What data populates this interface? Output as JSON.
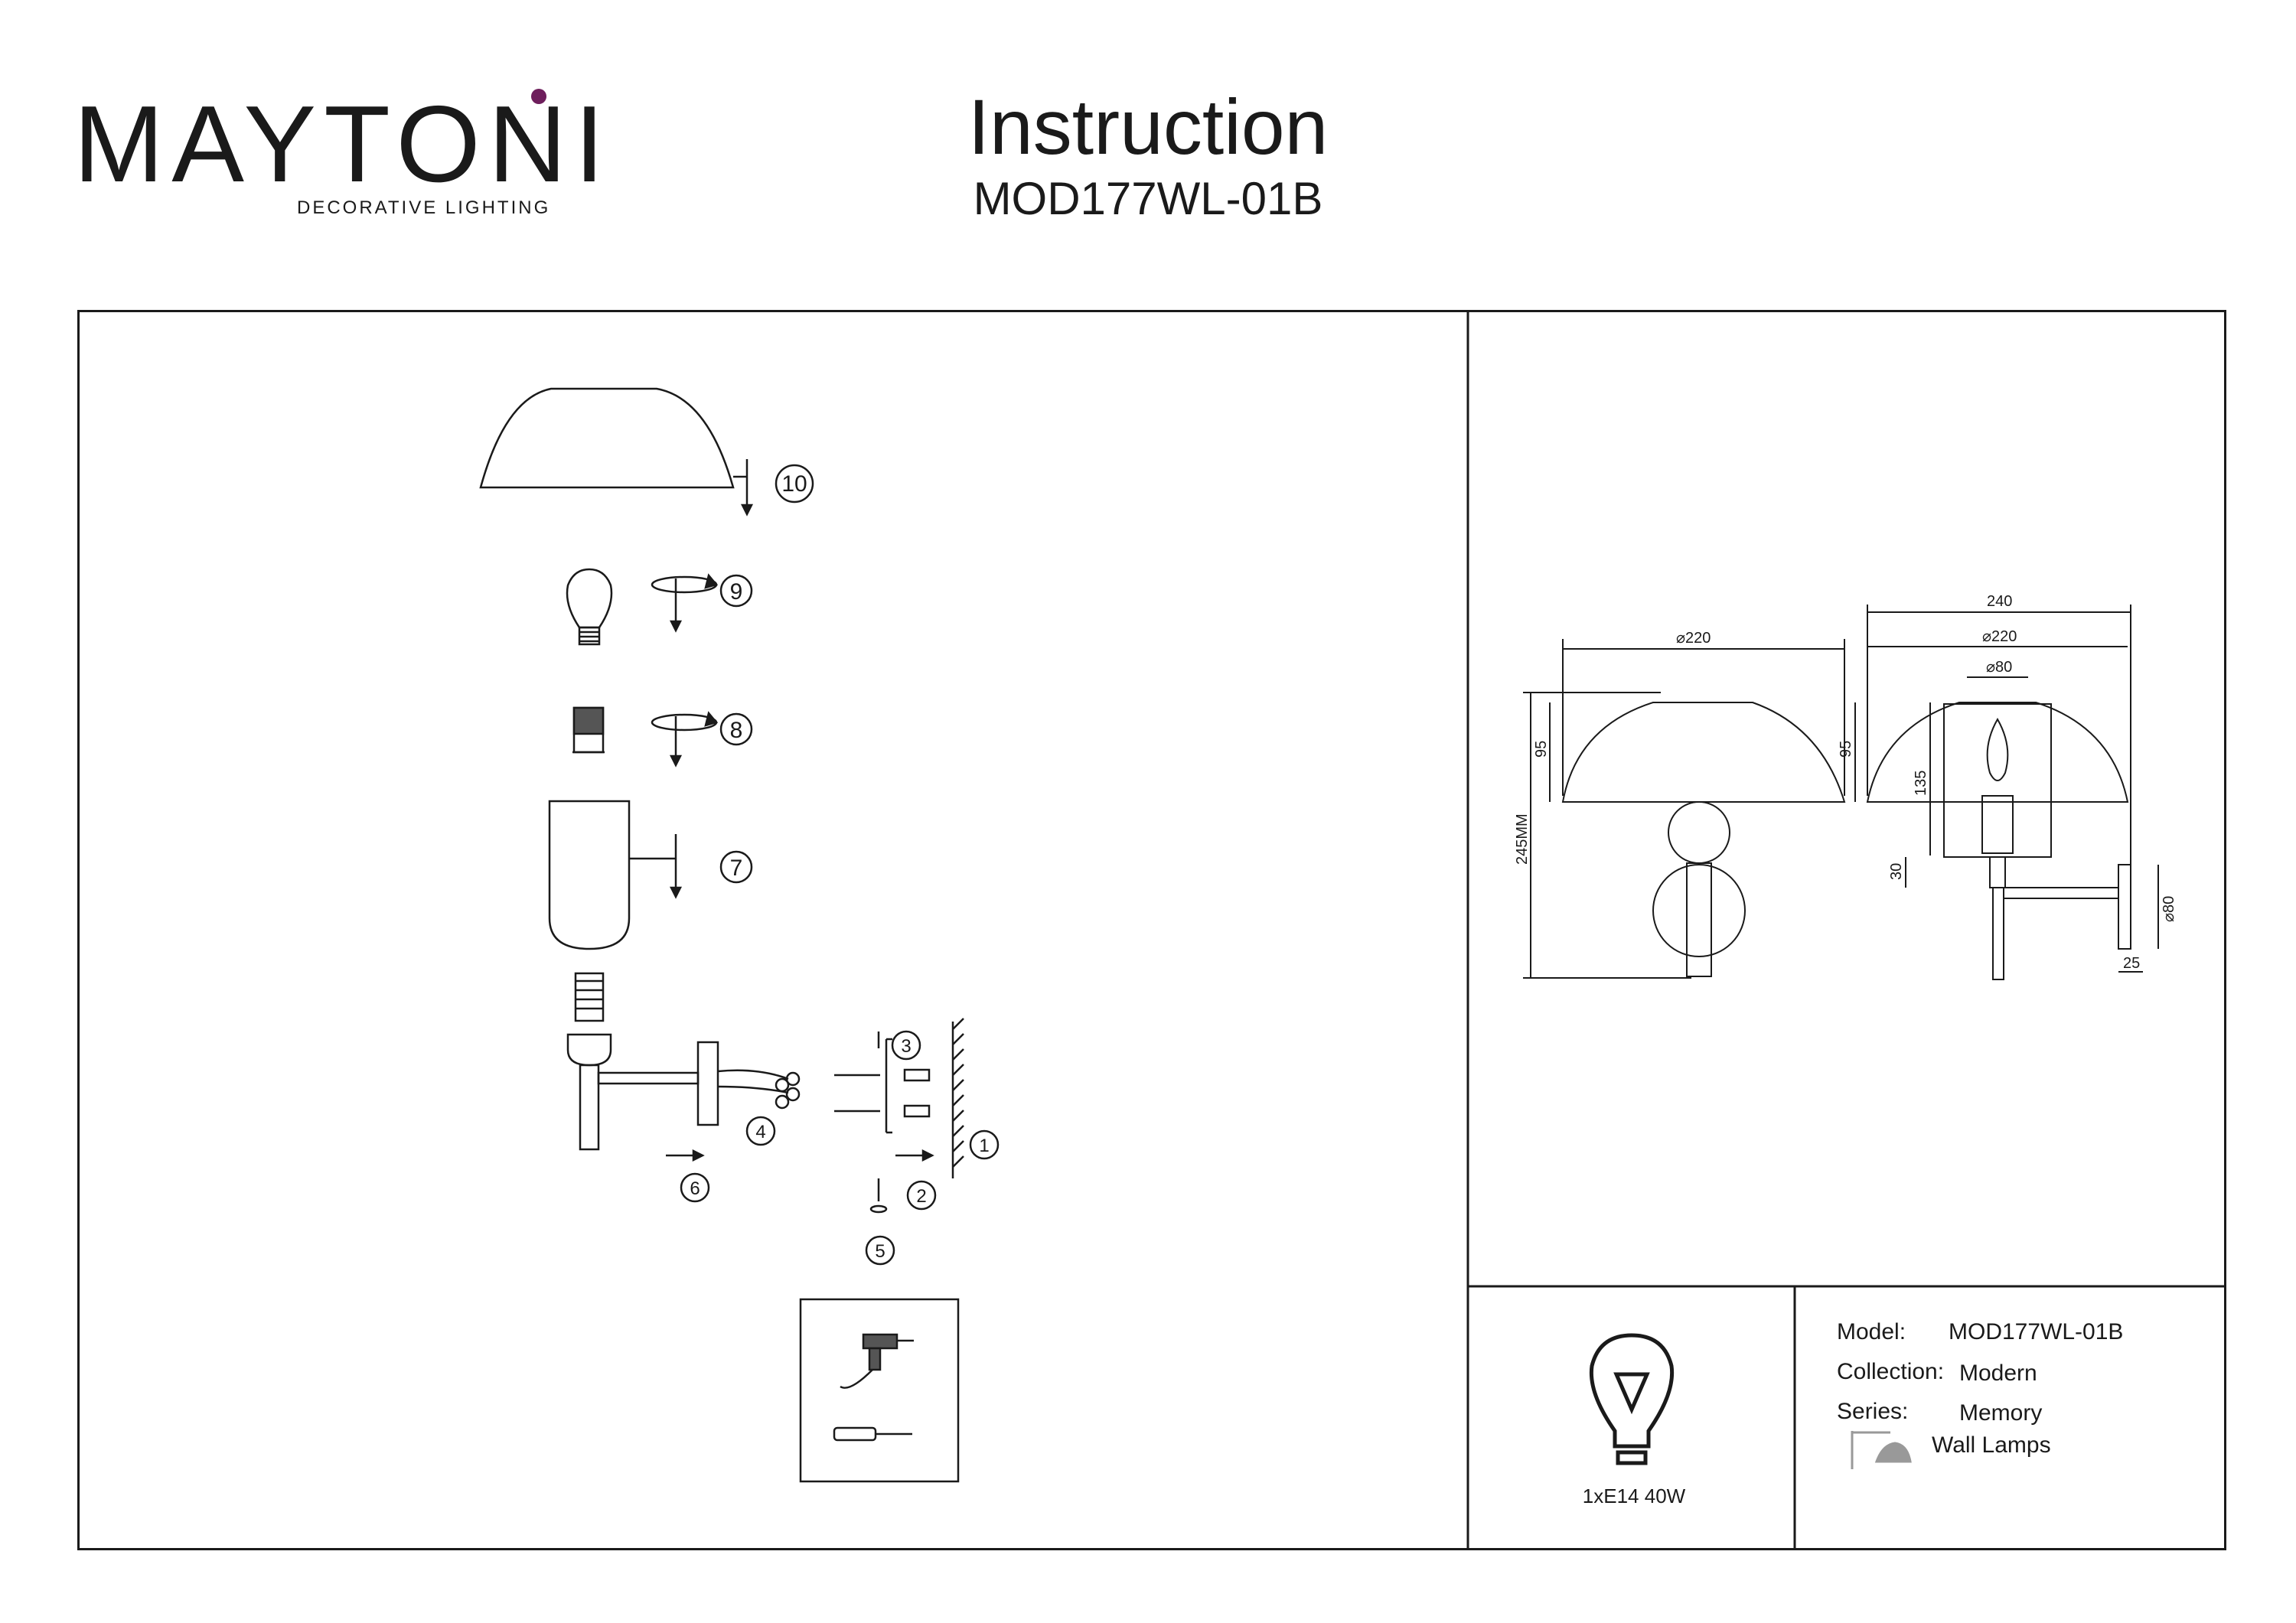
{
  "brand": {
    "name": "MAYTONI",
    "tagline": "DECORATIVE LIGHTING",
    "accent_color": "#6e1e5c"
  },
  "title": "Instruction",
  "model_code": "MOD177WL-01B",
  "assembly_steps": [
    "1",
    "2",
    "3",
    "4",
    "5",
    "6",
    "7",
    "8",
    "9",
    "10"
  ],
  "dimensions": {
    "front": {
      "shade_diameter": "⌀220",
      "shade_height": "95",
      "total_height": "245MM"
    },
    "side": {
      "total_depth": "240",
      "shade_diameter": "⌀220",
      "glass_diameter": "⌀80",
      "shade_height": "95",
      "glass_height": "135",
      "holder_height": "30",
      "base_diameter": "⌀80",
      "base_depth": "25"
    }
  },
  "lamp": {
    "spec": "1xE14 40W",
    "icon": "light-bulb-icon"
  },
  "info": {
    "model_label": "Model:",
    "model_value": "MOD177WL-01B",
    "collection_label": "Collection:",
    "collection_value": "Modern",
    "series_label": "Series:",
    "series_value": "Memory",
    "category_value": "Wall Lamps",
    "category_icon": "wall-lamp-icon"
  },
  "tools": [
    "drill-icon",
    "screwdriver-icon"
  ]
}
